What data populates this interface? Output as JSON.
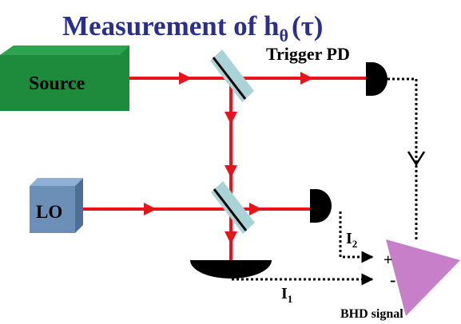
{
  "title": {
    "main": "Measurement of h",
    "subscript": "θ",
    "suffix": "(τ)"
  },
  "labels": {
    "source": "Source",
    "lo": "LO",
    "trigger_pd": "Trigger PD",
    "i2": "I",
    "i2_sub": "2",
    "i1": "I",
    "i1_sub": "1",
    "plus": "+",
    "minus": "-",
    "bhd_signal": "BHD signal"
  },
  "colors": {
    "title": "#2b2f8c",
    "beam": "#e8141b",
    "source_box": "#1e8a3c",
    "lo_box": "#6b8fb7",
    "splitter": "#a9d3d6",
    "detector": "#000000",
    "amplifier": "#c77fc9"
  },
  "icons": {
    "detector": "photodiode-icon",
    "splitter": "beam-splitter-icon",
    "amplifier": "differential-amplifier-icon"
  }
}
